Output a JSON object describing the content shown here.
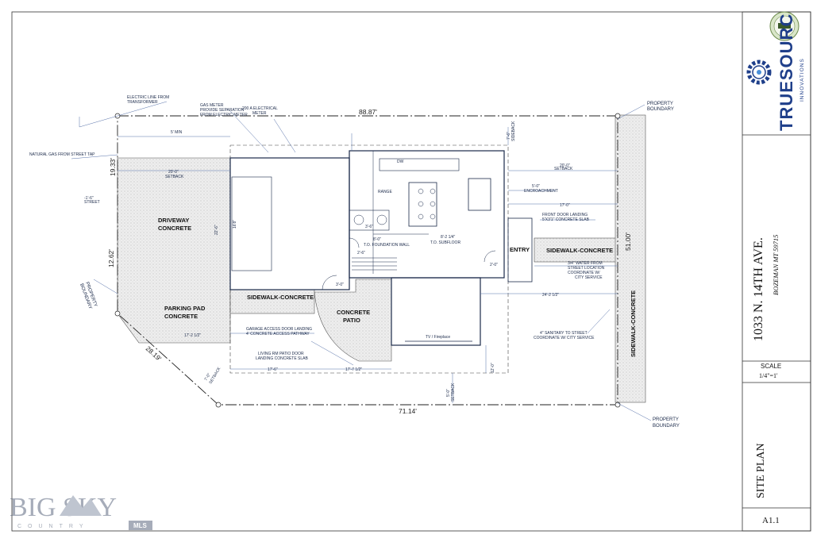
{
  "plan": {
    "top_dim": "88.87'",
    "bottom_dim": "71.14'",
    "right_dim": "51.00'",
    "left_dim_top": "19.33'",
    "left_dim_mid": "12.62'",
    "diag_dim": "28.19'",
    "electric_line": [
      "ELECTRIC LINE FROM",
      "TRANSFORMER"
    ],
    "gas_meter": [
      "GAS METER",
      "PROVIDE SEPARATION",
      "FROM ELECTRIC METER"
    ],
    "electrical_meter": [
      "200 A ELECTRICAL",
      "METER"
    ],
    "natural_gas": "NATURAL GAS FROM STREET TAP",
    "five_min": "5' MIN",
    "setback_top_left": [
      "20'-0\"",
      "SETBACK"
    ],
    "setback_top_right": [
      "20'-0\"",
      "SETBACK"
    ],
    "sideback": [
      "7'-6\"",
      "SIDEBACK"
    ],
    "street_label": [
      "-1'-6\"",
      "STREET"
    ],
    "driveway": [
      "DRIVEWAY",
      "CONCRETE"
    ],
    "parking_pad": [
      "PARKING PAD",
      "CONCRETE"
    ],
    "sidewalk_left": "SIDEWALK-CONCRETE",
    "sidewalk_entry": "SIDEWALK-CONCRETE",
    "sidewalk_right": "SIDEWALK-CONCRETE",
    "concrete_patio": [
      "CONCRETE",
      "PATIO"
    ],
    "entry": "ENTRY",
    "encroachment": [
      "5'-0\"",
      "ENCROACHMENT"
    ],
    "front_door": [
      "FRONT DOOR LANDING",
      "5'X3'1\" CONCRETE SLAB"
    ],
    "water": [
      "3/4\" WATER FROM",
      "STREET LOCATION",
      "COORDINATE W/",
      "CITY SERVICE"
    ],
    "sanitary": [
      "4\" SANITARY TO STREET",
      "COORDINATE W/ CITY SERVICE"
    ],
    "garage_access": [
      "GARAGE ACCESS DOOR LANDING",
      "4' CONCRETE ACCESS PATHWAY"
    ],
    "living_rm": [
      "LIVING RM PATIO DOOR",
      "LANDING CONCRETE SLAB"
    ],
    "foundation_wall": [
      "8'-0\"",
      "T.O. FOUNDATION WALL"
    ],
    "subfloor": [
      "8'-2 1/4\"",
      "T.O. SUBFLOOR"
    ],
    "dim_17_6": "17'-6\"",
    "dim_17_7": "17'-7 1/2\"",
    "dim_24_2": "24'-2 1/2\"",
    "dim_17_0": "17'-0\"",
    "dim_17_2": "17'-2 1/2\"",
    "garage_depth": "16'8\"",
    "dim_22": "22'-6\"",
    "dim_3_0": "3'-0\"",
    "dim_2_6": "2'-6\"",
    "dim_3_6": "3'-6\"",
    "dim_2_0": "2'-0\"",
    "fireplace": "TV / Fireplace",
    "property_boundary_tr": [
      "PROPERTY",
      "BOUNDARY"
    ],
    "property_boundary_br": [
      "PROPERTY",
      "BOUNDARY"
    ],
    "property_boundary_l": [
      "PROPERTY",
      "BOUNDARY"
    ],
    "setback_diag": [
      "7'-0\"",
      "SETBACK"
    ],
    "setback_bottom": [
      "5'-0\"",
      "SETBACK"
    ],
    "sanitary_dim": "12'-0\"",
    "dw": "DW",
    "range": "RANGE"
  },
  "title_block": {
    "company_name": "TRUESOURC",
    "company_sub": "INNOVATIONS",
    "address": "1033 N. 14TH AVE.",
    "city": "BOZEMAN MT 59715",
    "scale_label": "SCALE",
    "scale_value": "1/4\"=1'",
    "sheet_title": "SITE PLAN",
    "sheet_number": "A1.1"
  },
  "watermark": {
    "brand": "BIG SKY",
    "sub": "COUNTRY",
    "tag": "MLS"
  },
  "colors": {
    "line": "#1b2a4a",
    "dim": "#5570a8",
    "hatch": "#c8c8c8",
    "brand_blue": "#1f3f8a"
  }
}
